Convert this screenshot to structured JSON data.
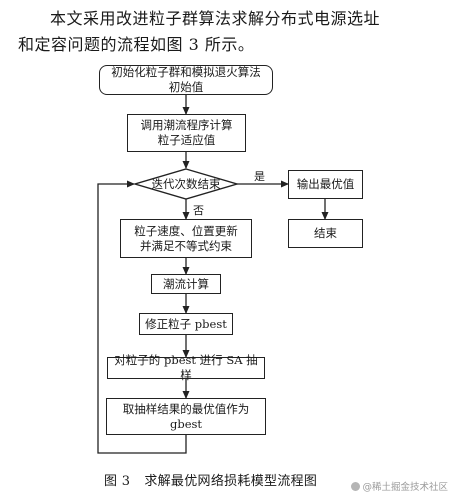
{
  "intro": {
    "line1": "本文采用改进粒子群算法求解分布式电源选址",
    "line2": "和定容问题的流程如图 3 所示。"
  },
  "flow": {
    "start": {
      "line1": "初始化粒子群和模拟退火算法",
      "line2": "初始值"
    },
    "step_flow_calc": {
      "line1": "调用潮流程序计算",
      "line2": "粒子适应值"
    },
    "decision": "迭代次数结束",
    "yes_label": "是",
    "no_label": "否",
    "output": "输出最优值",
    "end": "结束",
    "step_update": {
      "line1": "粒子速度、位置更新",
      "line2": "并满足不等式约束"
    },
    "step_power_flow": "潮流计算",
    "step_pbest": "修正粒子 pbest",
    "step_sa": "对粒子的 pbest 进行 SA 抽样",
    "step_gbest": {
      "line1": "取抽样结果的最优值作为",
      "line2": "gbest"
    }
  },
  "caption": {
    "number": "图 3",
    "text": "求解最优网络损耗模型流程图"
  },
  "watermark": "@稀土掘金技术社区"
}
